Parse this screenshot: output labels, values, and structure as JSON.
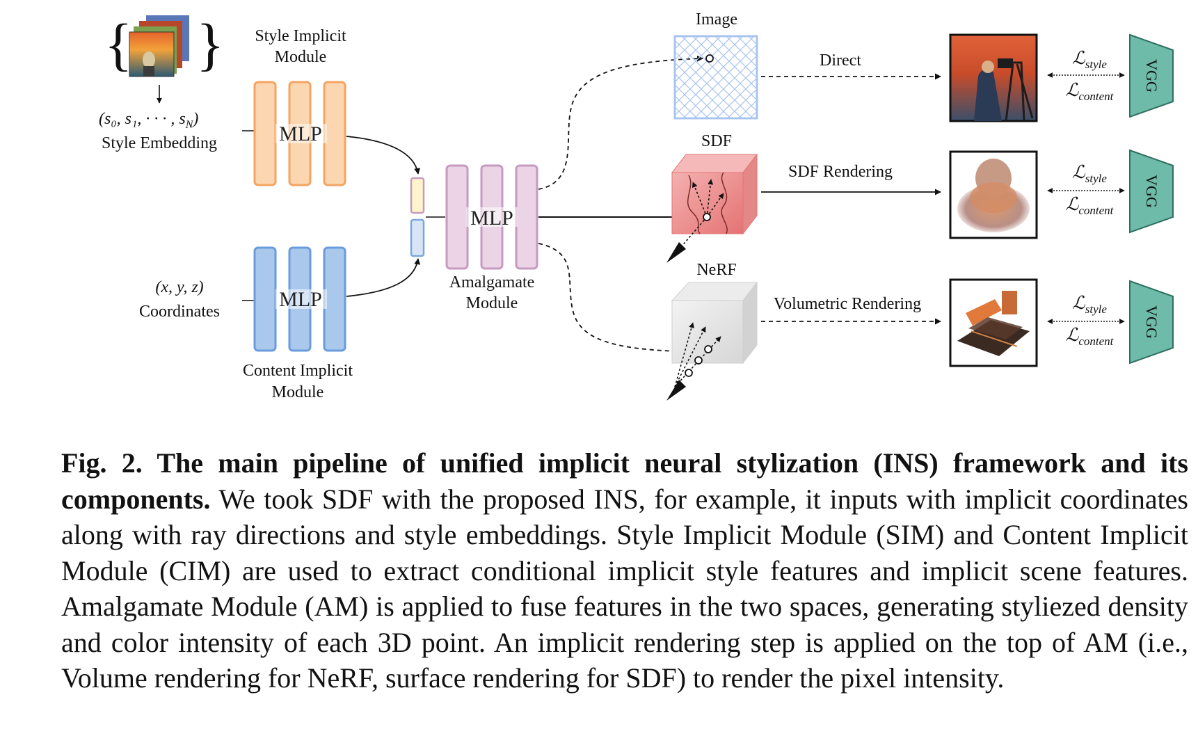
{
  "figure": {
    "style_module_title_1": "Style Implicit",
    "style_module_title_2": "Module",
    "style_embedding_math": "(s₀, s₁, · · · , s",
    "style_embedding_math_sub": "N",
    "style_embedding_math_end": ")",
    "style_embedding_label": "Style Embedding",
    "coord_math": "(x, y, z)",
    "coord_label": "Coordinates",
    "content_module_title_1": "Content Implicit",
    "content_module_title_2": "Module",
    "mlp_label": "MLP",
    "amalgamate_title_1": "Amalgamate",
    "amalgamate_title_2": "Module",
    "image_title": "Image",
    "sdf_title": "SDF",
    "nerf_title": "NeRF",
    "direct_label": "Direct",
    "sdf_rendering_label": "SDF Rendering",
    "volumetric_rendering_label": "Volumetric Rendering",
    "loss_symbol": "ℒ",
    "loss_style_sub": "style",
    "loss_content_sub": "content",
    "vgg_label": "VGG",
    "colors": {
      "style_mlp_fill": "#fcd6b0",
      "style_mlp_stroke": "#f4a460",
      "content_mlp_fill": "#aac8ec",
      "content_mlp_stroke": "#6a9bdc",
      "amalgamate_fill": "#ead4e5",
      "amalgamate_stroke": "#c79ac0",
      "vgg_fill": "#6dbba8",
      "sdf_cube": "#ef9a9a",
      "image_grid": "#a9c4ee"
    }
  },
  "caption": {
    "bold": "Fig. 2. The main pipeline of unified implicit neural stylization (INS) framework and its components.",
    "text": " We took SDF with the proposed INS, for example, it inputs with implicit coordinates along with ray directions and style embeddings. Style Implicit Module (SIM) and Content Implicit Module (CIM) are used to extract conditional implicit style features and implicit scene features. Amalgamate Module (AM) is applied to fuse features in the two spaces, generating styliezed density and color intensity of each 3D point. An implicit rendering step is applied on the top of AM (i.e., Volume rendering for NeRF, surface rendering for SDF) to render the pixel intensity."
  }
}
